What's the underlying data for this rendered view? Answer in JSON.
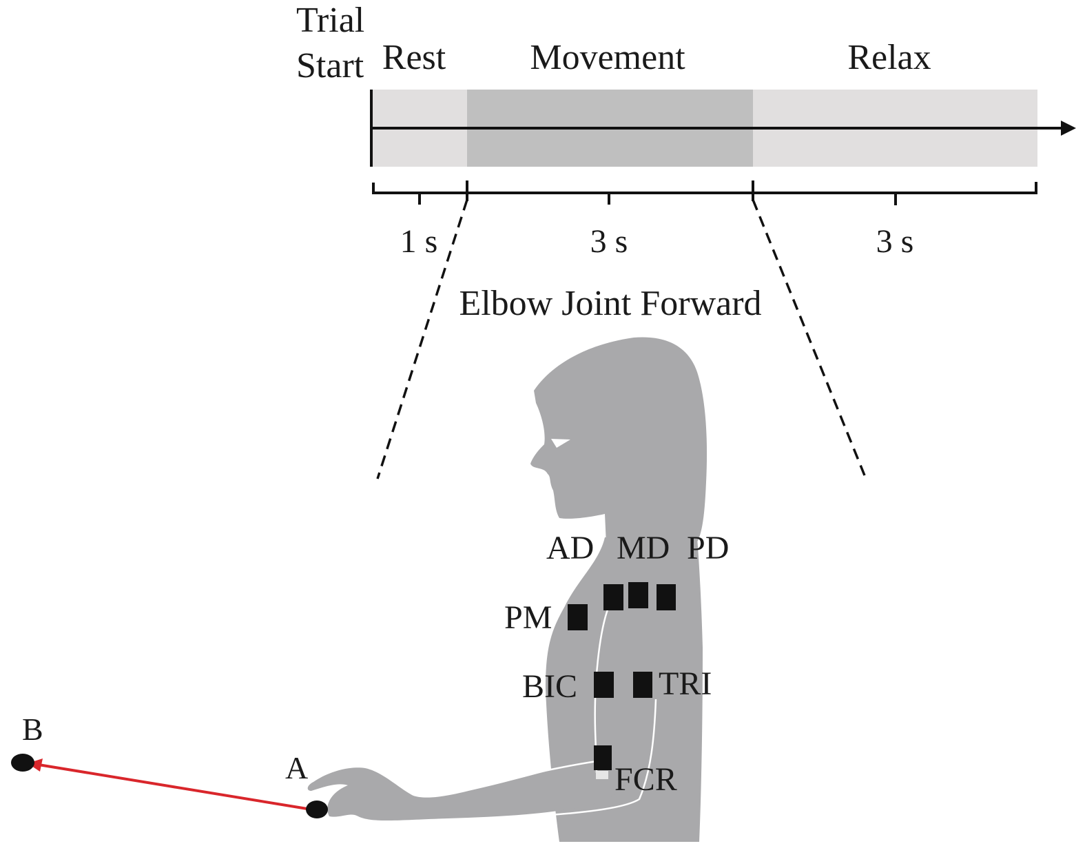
{
  "timeline": {
    "start_label_line1": "Trial",
    "start_label_line2": "Start",
    "phases": [
      {
        "name": "Rest",
        "duration": "1 s",
        "duration_seconds": 1,
        "color": "#e1dfdf"
      },
      {
        "name": "Movement",
        "duration": "3 s",
        "duration_seconds": 3,
        "color": "#bfbfbf"
      },
      {
        "name": "Relax",
        "duration": "3 s",
        "duration_seconds": 3,
        "color": "#e1dfdf"
      }
    ]
  },
  "task": {
    "title": "Elbow Joint Forward",
    "start_point": "A",
    "end_point": "B",
    "arrow_color": "#d9262b"
  },
  "electrodes": [
    {
      "label": "AD"
    },
    {
      "label": "MD"
    },
    {
      "label": "PD"
    },
    {
      "label": "PM"
    },
    {
      "label": "BIC"
    },
    {
      "label": "TRI"
    },
    {
      "label": "FCR"
    }
  ],
  "colors": {
    "silhouette": "#a9a9ab",
    "electrode": "#111111",
    "line": "#111111"
  }
}
